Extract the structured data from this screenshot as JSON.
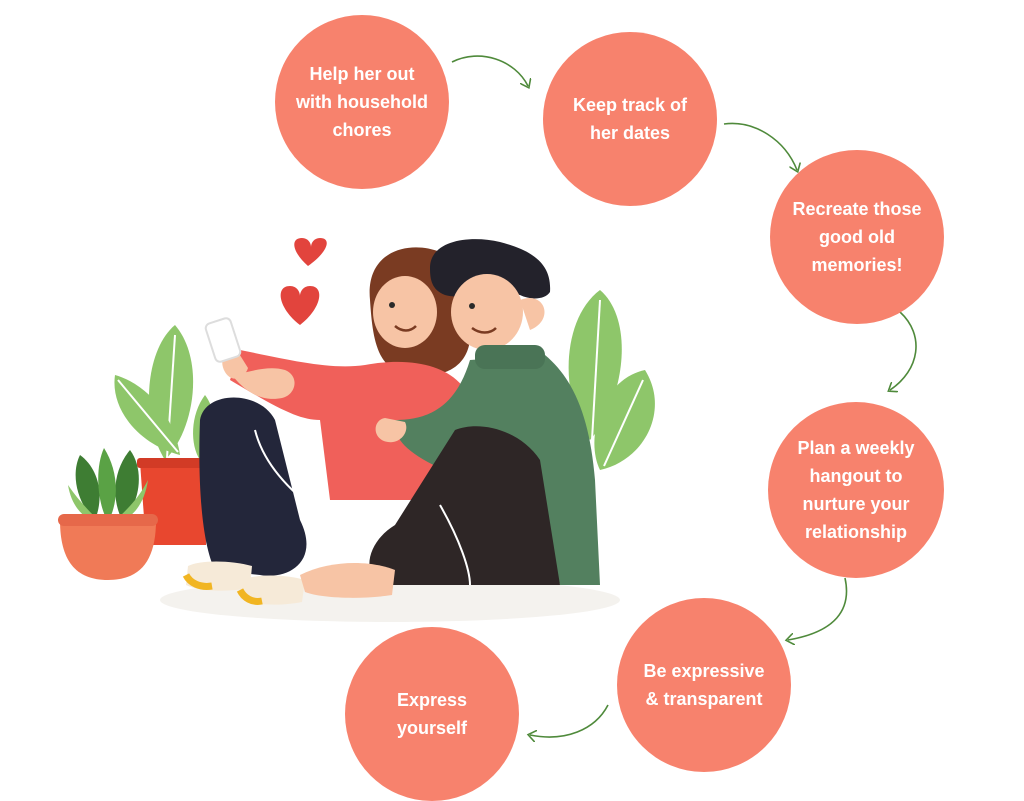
{
  "colors": {
    "step_circle": "#f7826d",
    "arrow": "#4f8a3b",
    "heart": "#e2443d",
    "sweater_girl": "#f0605a",
    "sweater_boy": "#53805f",
    "pants": "#23263a",
    "plant_green": "#8ec66a",
    "pot": "#e8472f"
  },
  "illustration": {
    "subject": "couple-sitting-together",
    "icons": [
      "heart-icon",
      "heart-icon",
      "phone-icon",
      "potted-plant-icon"
    ]
  },
  "steps": [
    {
      "text": "Help her out with household chores"
    },
    {
      "text": "Keep track of her dates"
    },
    {
      "text": "Recreate those good old memories!"
    },
    {
      "text": "Plan a weekly hangout to nurture your relationship"
    },
    {
      "text": "Be expressive & transparent"
    },
    {
      "text": "Express yourself"
    }
  ]
}
